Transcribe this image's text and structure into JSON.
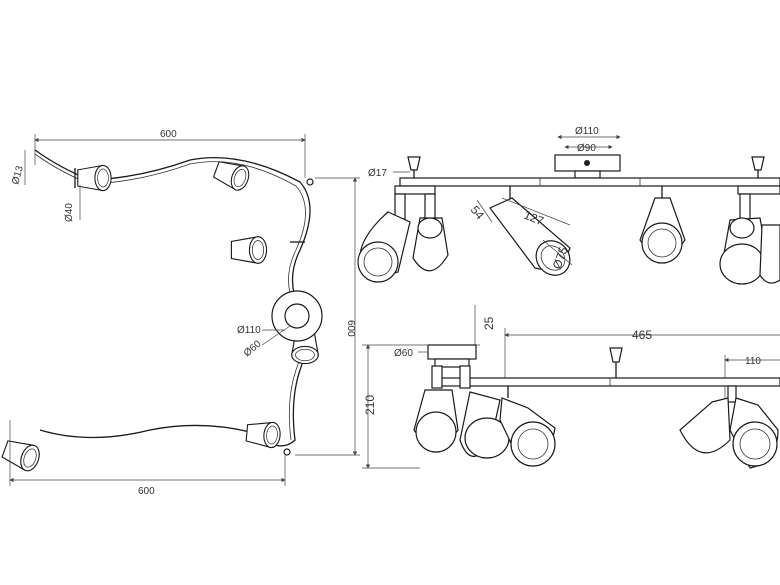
{
  "dimensions": {
    "top_width": "600",
    "bottom_width": "600",
    "side_height": "600",
    "cable_diameter": "Ø13",
    "shade_diameter": "Ø40",
    "canopy_outer": "Ø110",
    "canopy_inner": "Ø60",
    "front_canopy_outer": "Ø110",
    "front_canopy_inner": "Ø90",
    "rod_diameter": "Ø17",
    "shade_depth": "54",
    "shade_length": "127",
    "shade_opening": "Ø75",
    "canopy_height": "25",
    "side_canopy_diameter": "Ø60",
    "spacing": "465",
    "arm_spacing": "110",
    "total_height": "210"
  }
}
